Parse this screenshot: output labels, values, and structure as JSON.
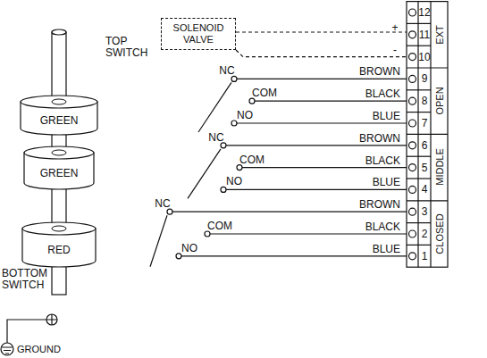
{
  "diagram": {
    "nodes": [
      {
        "text": [
          "SOLENOID VALVE"
        ]
      },
      {
        "text": [
          "GREEN"
        ]
      },
      {
        "text": [
          "GREEN"
        ]
      },
      {
        "text": [
          "RED"
        ]
      }
    ],
    "labels": [
      "TOP SWITCH",
      "12",
      "11",
      "10",
      "EXT",
      "+",
      "-",
      "NC",
      "BROWN",
      "9",
      "COM",
      "BLACK",
      "8",
      "OPEN",
      "NO",
      "BLUE",
      "7",
      "NC",
      "BROWN",
      "6",
      "COM",
      "BLACK",
      "5",
      "MIDDLE",
      "NO",
      "BLUE",
      "4",
      "NC",
      "BROWN",
      "3",
      "COM",
      "BLACK",
      "2",
      "CLOSED",
      "NO",
      "BLUE",
      "1",
      "BOTTOM SWITCH",
      "GROUND"
    ]
  }
}
